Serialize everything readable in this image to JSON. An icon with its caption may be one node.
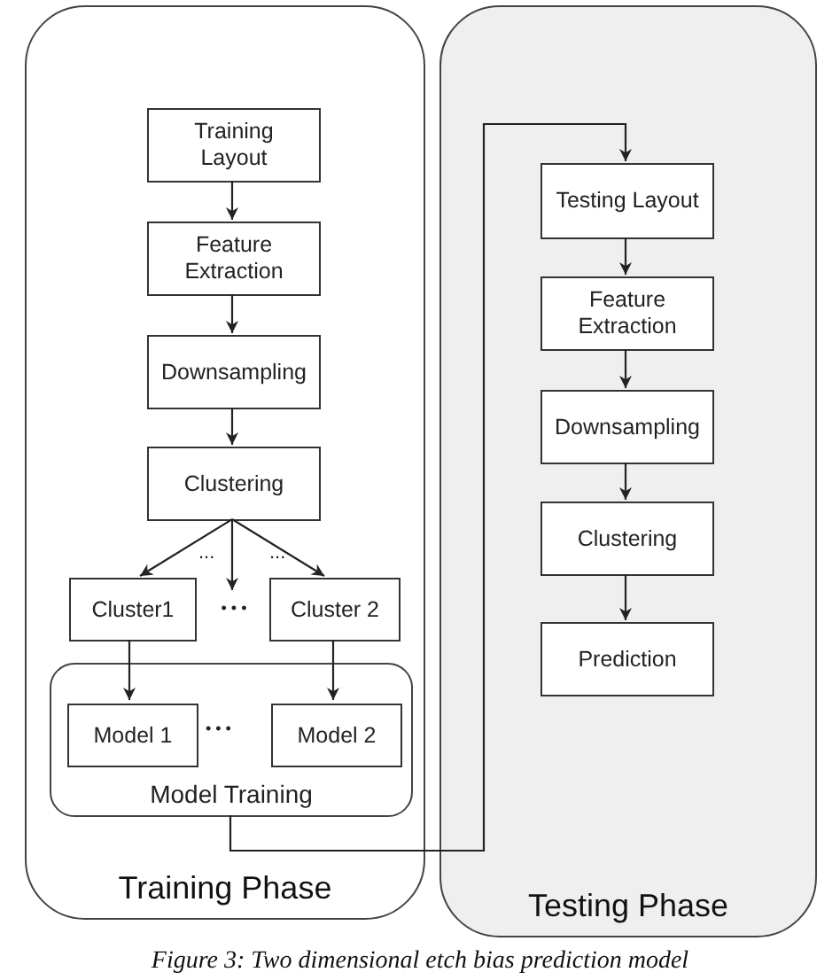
{
  "diagram": {
    "caption": "Figure 3: Two dimensional etch bias prediction model",
    "nodes": [
      {
        "text": [
          "Training Phase"
        ]
      },
      {
        "text": [
          "Training Layout"
        ],
        "in": 0
      },
      {
        "text": [
          "Feature Extraction"
        ],
        "in": 0
      },
      {
        "text": [
          "Downsampling"
        ],
        "in": 0
      },
      {
        "text": [
          "Clustering"
        ],
        "in": 0
      },
      {
        "text": [
          "Cluster1"
        ],
        "in": 0
      },
      {
        "text": [
          "Cluster 2"
        ],
        "in": 0
      },
      {
        "text": [
          "Model Training"
        ],
        "in": 0
      },
      {
        "text": [
          "Model 1"
        ],
        "in": 7
      },
      {
        "text": [
          "Model 2"
        ],
        "in": 7
      },
      {
        "text": [
          "Testing Phase"
        ]
      },
      {
        "text": [
          "Testing Layout"
        ],
        "in": 10
      },
      {
        "text": [
          "Feature Extraction"
        ],
        "in": 10
      },
      {
        "text": [
          "Downsampling"
        ],
        "in": 10
      },
      {
        "text": [
          "Clustering"
        ],
        "in": 10
      },
      {
        "text": [
          "Prediction"
        ],
        "in": 10
      },
      {
        "text": [
          "• • •"
        ],
        "in": 0
      }
    ],
    "edges": [
      {
        "from": 1,
        "to": 2,
        "arrow": "to"
      },
      {
        "from": 2,
        "to": 3,
        "arrow": "to"
      },
      {
        "from": 3,
        "to": 4,
        "arrow": "to"
      },
      {
        "from": 4,
        "to": 5,
        "arrow": "to"
      },
      {
        "from": 4,
        "to": 16,
        "arrow": "to"
      },
      {
        "from": 4,
        "to": 6,
        "arrow": "to"
      },
      {
        "from": 5,
        "to": 8,
        "arrow": "to"
      },
      {
        "from": 6,
        "to": 9,
        "arrow": "to"
      },
      {
        "from": 7,
        "to": 11,
        "arrow": "to"
      },
      {
        "from": 11,
        "to": 12,
        "arrow": "to"
      },
      {
        "from": 12,
        "to": 13,
        "arrow": "to"
      },
      {
        "from": 13,
        "to": 14,
        "arrow": "to"
      },
      {
        "from": 14,
        "to": 15,
        "arrow": "to"
      }
    ],
    "labels": [
      "...",
      "...",
      "• • •"
    ]
  }
}
